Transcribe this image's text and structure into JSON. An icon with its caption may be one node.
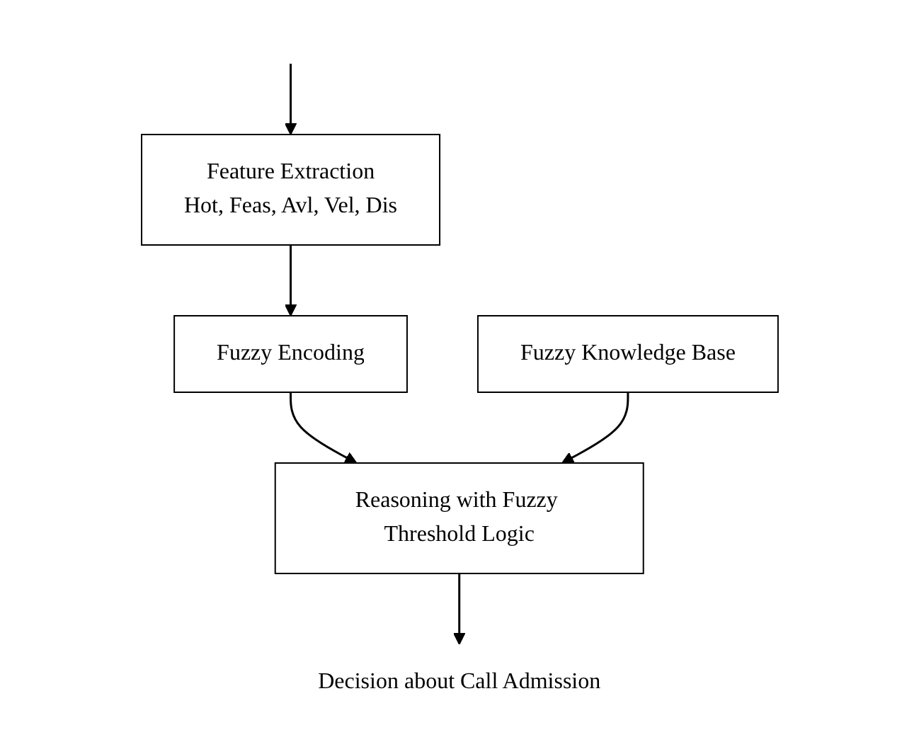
{
  "diagram": {
    "nodes": [
      {
        "text": [
          "Feature Extraction",
          "Hot, Feas, Avl, Vel, Dis"
        ]
      },
      {
        "text": [
          "Fuzzy Encoding"
        ]
      },
      {
        "text": [
          "Reasoning with Fuzzy Threshold Logic"
        ]
      },
      {
        "text": [
          "Fuzzy Knowledge Base"
        ]
      },
      {
        "text": [
          "Decision about Call Admission"
        ]
      }
    ],
    "edges": [
      {
        "from": null,
        "to": 0,
        "arrow": "to"
      },
      {
        "from": 0,
        "to": 1,
        "arrow": "to"
      },
      {
        "from": 1,
        "to": 2,
        "arrow": "to"
      },
      {
        "from": 3,
        "to": 2,
        "arrow": "to"
      },
      {
        "from": 2,
        "to": 4,
        "arrow": "to"
      }
    ]
  }
}
